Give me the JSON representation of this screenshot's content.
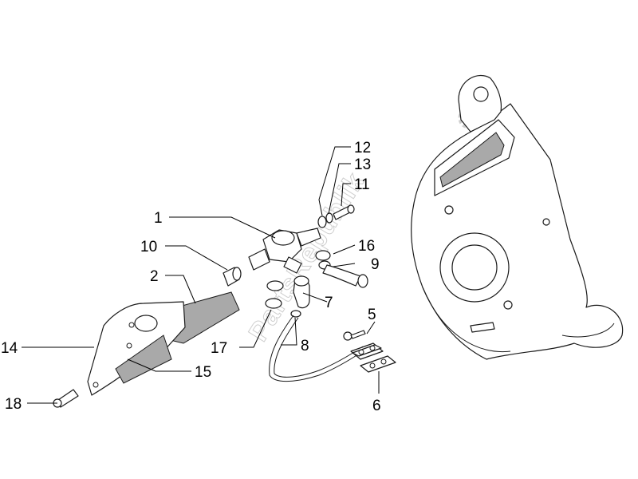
{
  "watermark": "PartsRepublik",
  "colors": {
    "line": "#1a1a1a",
    "shade": "#a9a9a9",
    "watermark": "#cfcfcf",
    "background": "#ffffff"
  },
  "callouts": {
    "c1": "1",
    "c2": "2",
    "c5": "5",
    "c6": "6",
    "c7": "7",
    "c8": "8",
    "c9": "9",
    "c10": "10",
    "c11": "11",
    "c12": "12",
    "c13": "13",
    "c14": "14",
    "c15": "15",
    "c16": "16",
    "c17": "17",
    "c18": "18"
  }
}
